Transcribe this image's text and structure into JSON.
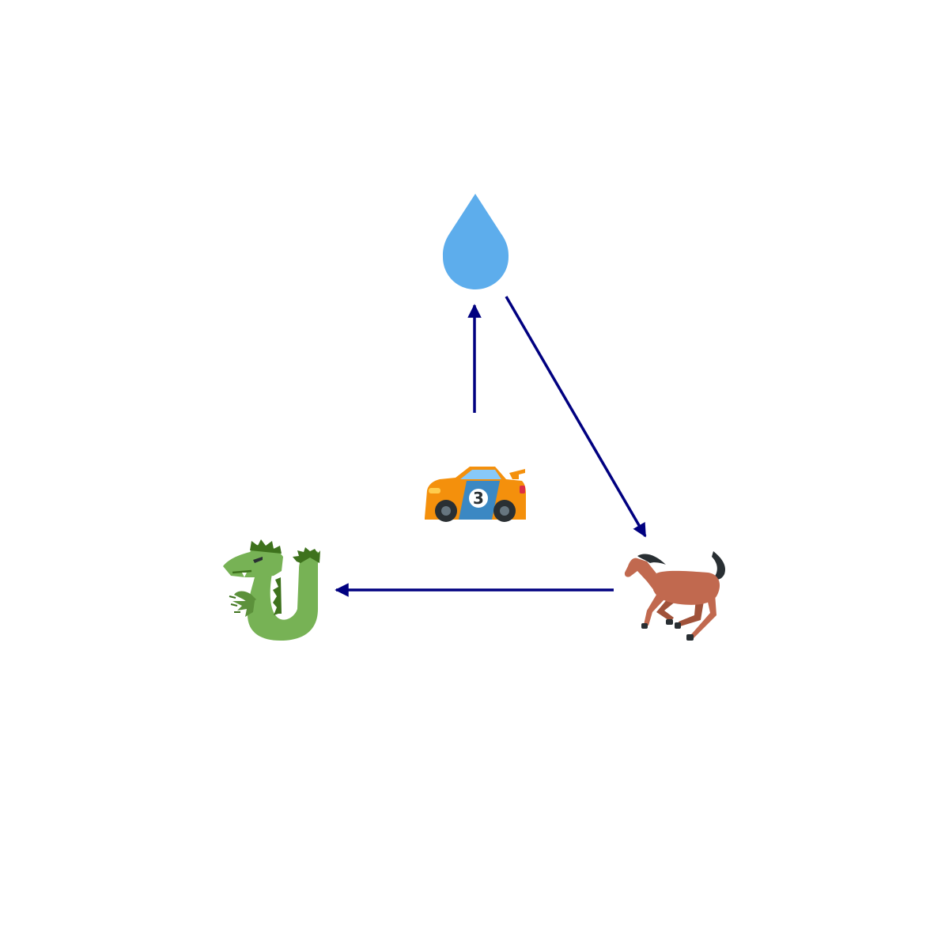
{
  "diagram": {
    "nodes": [
      {
        "id": "water-drop",
        "icon": "droplet-icon",
        "color": "#5DADEC"
      },
      {
        "id": "horse",
        "icon": "racing-horse-icon",
        "color": "#C1694F"
      },
      {
        "id": "dragon",
        "icon": "dragon-icon",
        "color": "#77B255"
      },
      {
        "id": "race-car",
        "icon": "racing-car-icon",
        "color": "#F4900C",
        "number": "3"
      }
    ],
    "edges": [
      {
        "from": "race-car",
        "to": "water-drop"
      },
      {
        "from": "water-drop",
        "to": "horse"
      },
      {
        "from": "horse",
        "to": "dragon"
      }
    ],
    "arrow_color": "#000080"
  }
}
